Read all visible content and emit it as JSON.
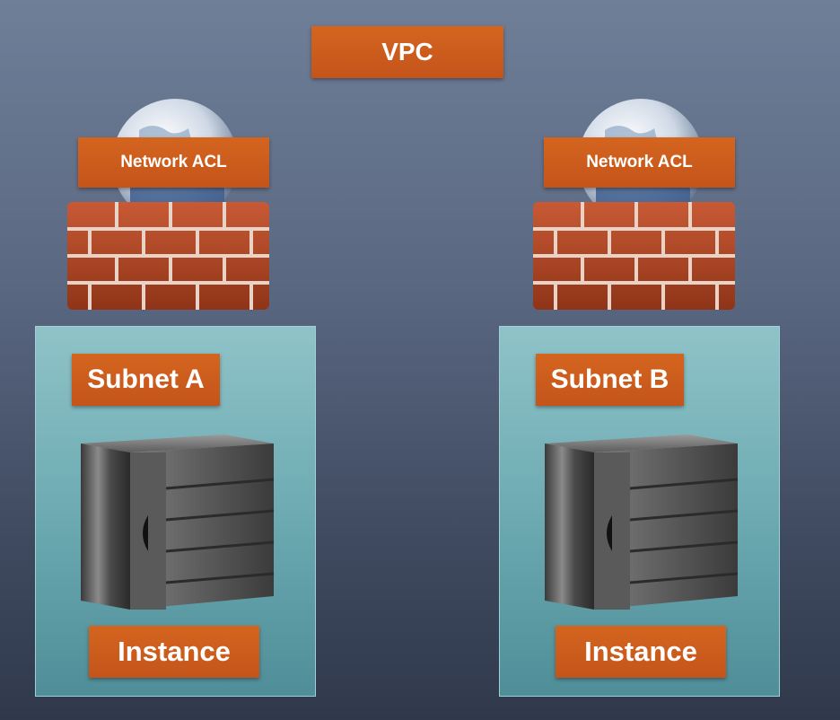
{
  "diagram": {
    "vpc": {
      "label": "VPC"
    },
    "firewalls": [
      {
        "label": "Network ACL",
        "icon": "firewall-globe-icon"
      },
      {
        "label": "Network ACL",
        "icon": "firewall-globe-icon"
      }
    ],
    "subnets": [
      {
        "label": "Subnet A",
        "instance": {
          "label": "Instance",
          "icon": "server-icon"
        }
      },
      {
        "label": "Subnet B",
        "instance": {
          "label": "Instance",
          "icon": "server-icon"
        }
      }
    ]
  },
  "colors": {
    "label_orange": "#c95a1c",
    "subnet_teal": "#6aa8b0",
    "background_slate": "#4f5b73"
  }
}
